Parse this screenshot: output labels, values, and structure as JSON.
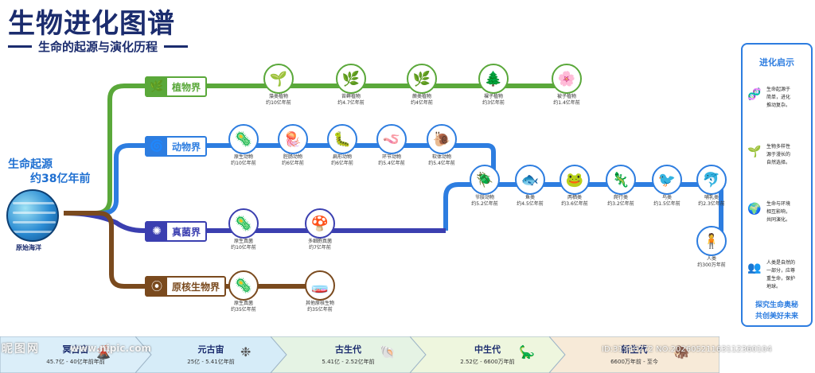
{
  "title": "生物进化图谱",
  "subtitle": "生命的起源与演化历程",
  "origin": {
    "line1": "生命起源",
    "line2": "约38亿年前",
    "caption": "原始海洋"
  },
  "colors": {
    "plant": "#5aa83a",
    "animal": "#2d7de0",
    "fungi": "#3b3fb0",
    "prokaryote": "#7a4a1e"
  },
  "kingdoms": [
    {
      "key": "plant",
      "label": "植物界",
      "icon": "leaf-icon",
      "glyph": "🌿"
    },
    {
      "key": "animal",
      "label": "动物界",
      "icon": "cell-swirl-icon",
      "glyph": "🌀"
    },
    {
      "key": "fungi",
      "label": "真菌界",
      "icon": "spore-icon",
      "glyph": "✺"
    },
    {
      "key": "prokaryote",
      "label": "原核生物界",
      "icon": "bacteria-icon",
      "glyph": "⦿"
    }
  ],
  "plants": [
    {
      "name": "藻类植物",
      "time": "约10亿年前",
      "icon": "algae-icon",
      "glyph": "🌱"
    },
    {
      "name": "苔藓植物",
      "time": "约4.7亿年前",
      "icon": "moss-icon",
      "glyph": "🌿"
    },
    {
      "name": "蕨类植物",
      "time": "约4亿年前",
      "icon": "fern-icon",
      "glyph": "🌿"
    },
    {
      "name": "裸子植物",
      "time": "约3亿年前",
      "icon": "conifer-icon",
      "glyph": "🌲"
    },
    {
      "name": "被子植物",
      "time": "约1.4亿年前",
      "icon": "flower-icon",
      "glyph": "🌸"
    }
  ],
  "animals": [
    {
      "name": "原生动物",
      "time": "约10亿年前",
      "icon": "protozoa-icon",
      "glyph": "🦠"
    },
    {
      "name": "腔肠动物",
      "time": "约6亿年前",
      "icon": "jellyfish-icon",
      "glyph": "🪼"
    },
    {
      "name": "扁形动物",
      "time": "约6亿年前",
      "icon": "flatworm-icon",
      "glyph": "🐛"
    },
    {
      "name": "环节动物",
      "time": "约5.4亿年前",
      "icon": "annelid-icon",
      "glyph": "🪱"
    },
    {
      "name": "软体动物",
      "time": "约5.4亿年前",
      "icon": "snail-icon",
      "glyph": "🐌"
    }
  ],
  "vertebrates": [
    {
      "name": "节肢动物",
      "time": "约5.2亿年前",
      "icon": "insect-icon",
      "glyph": "🪲"
    },
    {
      "name": "鱼类",
      "time": "约4.5亿年前",
      "icon": "fish-icon",
      "glyph": "🐟"
    },
    {
      "name": "两栖类",
      "time": "约3.6亿年前",
      "icon": "frog-icon",
      "glyph": "🐸"
    },
    {
      "name": "爬行类",
      "time": "约3.2亿年前",
      "icon": "lizard-icon",
      "glyph": "🦎"
    },
    {
      "name": "鸟类",
      "time": "约1.5亿年前",
      "icon": "bird-icon",
      "glyph": "🐦"
    },
    {
      "name": "哺乳类",
      "time": "约2.3亿年前",
      "icon": "dolphin-icon",
      "glyph": "🐬"
    }
  ],
  "human": {
    "name": "人类",
    "time": "约300万年前",
    "icon": "human-icon",
    "glyph": "🧍"
  },
  "fungi": [
    {
      "name": "原生真菌",
      "time": "约10亿年前",
      "icon": "spore-cell-icon",
      "glyph": "🦠"
    },
    {
      "name": "多细胞真菌",
      "time": "约7亿年前",
      "icon": "mushroom-icon",
      "glyph": "🍄"
    }
  ],
  "prokaryotes": [
    {
      "name": "原生真菌",
      "time": "约35亿年前",
      "icon": "bacteria-green-icon",
      "glyph": "🦠"
    },
    {
      "name": "其他原核生物",
      "time": "约35亿年前",
      "icon": "microbe-dark-icon",
      "glyph": "🧫"
    }
  ],
  "panel": {
    "title": "进化启示",
    "tips": [
      {
        "icon": "dna-icon",
        "glyph": "🧬",
        "text": [
          "生命起源于",
          "简单，进化",
          "推动复杂。"
        ]
      },
      {
        "icon": "sprout-icon",
        "glyph": "🌱",
        "text": [
          "生物多样性",
          "源于漫长的",
          "自然选择。"
        ]
      },
      {
        "icon": "globe-icon",
        "glyph": "🌍",
        "text": [
          "生命与环境",
          "相互影响，",
          "共同演化。"
        ]
      },
      {
        "icon": "people-icon",
        "glyph": "👥",
        "text": [
          "人类是自然的",
          "一部分，应尊",
          "重生命，保护",
          "地球。"
        ]
      }
    ],
    "footer": [
      "探究生命奥秘",
      "共创美好未来"
    ]
  },
  "eras": [
    {
      "name": "冥古宙",
      "time": "45.7亿 - 40亿年前年前",
      "icon": "volcano-icon",
      "glyph": "🌋",
      "fill": "#dbeef9"
    },
    {
      "name": "元古宙",
      "time": "25亿 - 5.41亿年前",
      "icon": "cells-icon",
      "glyph": "❉",
      "fill": "#d6ecf8"
    },
    {
      "name": "古生代",
      "time": "5.41亿 - 2.52亿年前",
      "icon": "ammonite-icon",
      "glyph": "🐚",
      "fill": "#e5f3e4"
    },
    {
      "name": "中生代",
      "time": "2.52亿 - 6600万年前",
      "icon": "dinosaur-icon",
      "glyph": "🦕",
      "fill": "#eef6de"
    },
    {
      "name": "新生代",
      "time": "6600万年前 - 至今",
      "icon": "mammoth-icon",
      "glyph": "🦣",
      "fill": "#f7ead8"
    }
  ],
  "watermark": {
    "site": "昵图网",
    "url": "www.nipic.com",
    "id": "ID:31940272 NO:20260521163112360104"
  }
}
